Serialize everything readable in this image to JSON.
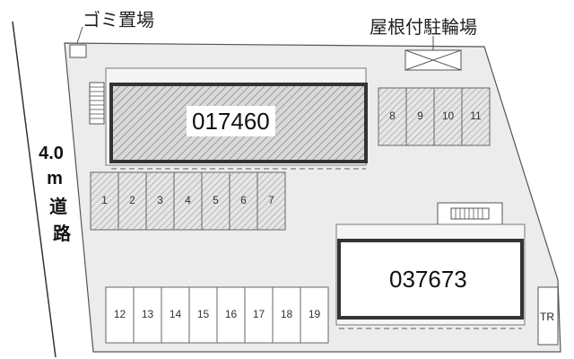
{
  "labels": {
    "trash": "ゴミ置場",
    "bike_shelter": "屋根付駐輪場",
    "transformer": "TR"
  },
  "road": {
    "chars": [
      "4.0",
      "m",
      "道",
      "路"
    ]
  },
  "buildings": [
    {
      "id": "017460"
    },
    {
      "id": "037673"
    }
  ],
  "parking_upper": [
    "1",
    "2",
    "3",
    "4",
    "5",
    "6",
    "7"
  ],
  "parking_right": [
    "8",
    "9",
    "10",
    "11"
  ],
  "parking_lower": [
    "12",
    "13",
    "14",
    "15",
    "16",
    "17",
    "18",
    "19"
  ],
  "colors": {
    "ground": "#ececec",
    "outline": "#555555",
    "building_border": "#333333",
    "hatch": "#8a8a8a"
  }
}
